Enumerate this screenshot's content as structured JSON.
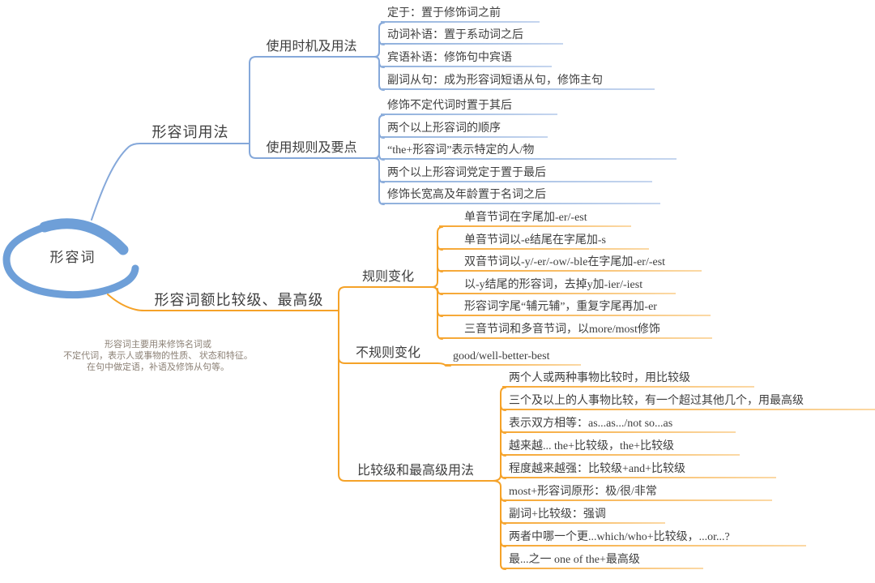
{
  "root": {
    "label": "形容词"
  },
  "note": {
    "lines": [
      "形容词主要用来修饰名词或",
      "不定代词，表示人或事物的性质、 状态和特征。",
      "在句中做定语，补语及修饰从句等。"
    ]
  },
  "colors": {
    "branch_blue": "#85a8da",
    "branch_blue_light": "#c6d6ef",
    "ellipse_blue": "#6e9fd8",
    "branch_orange": "#f5a228",
    "branch_orange_light": "#fbd9a6",
    "text": "#3e3e3e",
    "note_text": "#8c8176"
  },
  "branches": [
    {
      "label": "形容词用法",
      "color": "blue",
      "subtopics": [
        {
          "label": "使用时机及用法",
          "leaves": [
            "定于：置于修饰词之前",
            "动词补语：置于系动词之后",
            "宾语补语：修饰句中宾语",
            "副词从句：成为形容词短语从句，修饰主句"
          ]
        },
        {
          "label": "使用规则及要点",
          "leaves": [
            "修饰不定代词时置于其后",
            "两个以上形容词的顺序",
            "“the+形容词”表示特定的人/物",
            "两个以上形容词党定于置于最后",
            "修饰长宽高及年龄置于名词之后"
          ]
        }
      ]
    },
    {
      "label": "形容词额比较级、最高级",
      "color": "orange",
      "subtopics": [
        {
          "label": "规则变化",
          "leaves": [
            "单音节词在字尾加-er/-est",
            "单音节词以-e结尾在字尾加-s",
            "双音节词以-y/-er/-ow/-ble在字尾加-er/-est",
            "以-y结尾的形容词，去掉y加-ier/-iest",
            "形容词字尾“辅元辅”，重复字尾再加-er",
            "三音节词和多音节词，以more/most修饰"
          ]
        },
        {
          "label": "不规则变化",
          "leaves": [
            "good/well-better-best"
          ]
        },
        {
          "label": "比较级和最高级用法",
          "leaves": [
            "两个人或两种事物比较时，用比较级",
            "三个及以上的人事物比较，有一个超过其他几个，用最高级",
            "表示双方相等：as...as.../not so...as",
            "越来越... the+比较级，the+比较级",
            "程度越来越强：比较级+and+比较级",
            "most+形容词原形：极/很/非常",
            "副词+比较级：强调",
            "两者中哪一个更...which/who+比较级，...or...?",
            "最...之一 one of the+最高级"
          ]
        }
      ]
    }
  ]
}
